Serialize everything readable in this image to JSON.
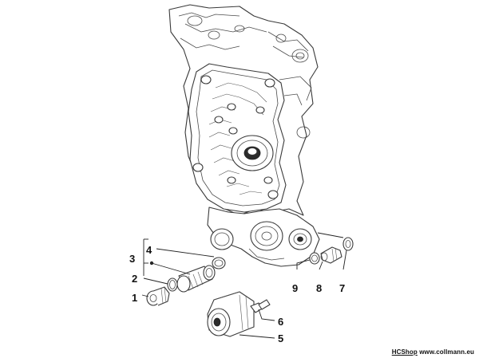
{
  "callouts": {
    "c1": "1",
    "c2": "2",
    "c3": "3",
    "c4": "4",
    "c5": "5",
    "c6": "6",
    "c7": "7",
    "c8": "8",
    "c9": "9"
  },
  "footer": {
    "brand": "HCShop",
    "site": "www.collmann.eu"
  }
}
